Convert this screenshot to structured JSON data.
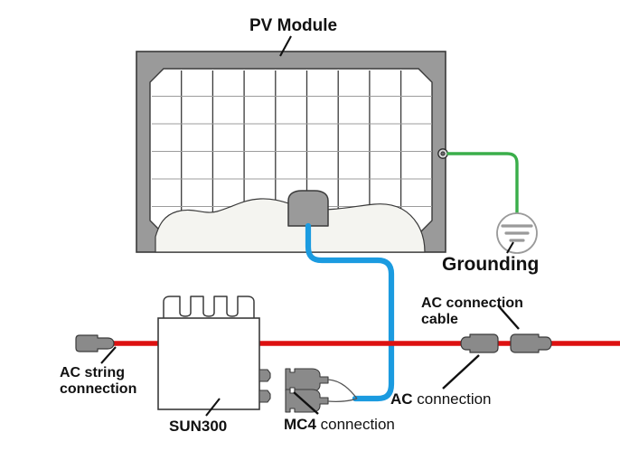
{
  "diagram": {
    "title_label": "PV Module",
    "labels": {
      "pv_module": "PV Module",
      "grounding": "Grounding",
      "ac_connection_cable_line1": "AC connection",
      "ac_connection_cable_line2": "cable",
      "ac_string_connection_line1": "AC string",
      "ac_string_connection_line2": "connection",
      "sun300": "SUN300",
      "mc4_bold": "MC4",
      "mc4_rest": " connection",
      "ac_bold": "AC",
      "ac_rest": " connection"
    },
    "colors": {
      "dc_cable_blue": "#1b9be0",
      "ac_cable_red": "#dd1111",
      "ground_wire_green": "#3aae4a",
      "frame_gray": "#999999",
      "connector_gray": "#8a8a8a",
      "cell_line": "#3a3a3a",
      "text": "#111111",
      "panel_white": "#ffffff",
      "glare": "#f4f4f0"
    },
    "panel": {
      "grid_columns": 9,
      "grid_rows": 6,
      "has_chamfered_corners": true,
      "junction_box_present": true,
      "glare_overlay_present": true,
      "ground_lug_present": true
    },
    "components": {
      "inverter_name": "SUN300",
      "heatsink_notches": 3,
      "inverter_dc_ports": 2,
      "mc4_connectors": 2,
      "ac_connectors_right": 2,
      "ac_connector_left": 1,
      "grounding_symbol_bars": 3
    }
  }
}
